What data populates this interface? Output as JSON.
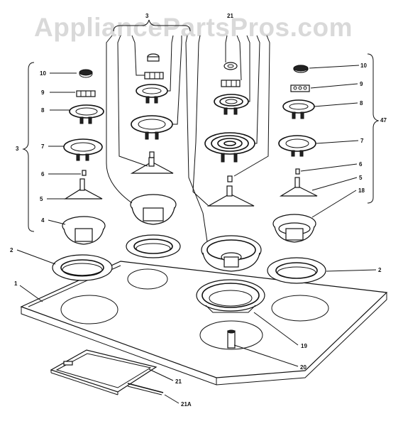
{
  "watermark": "AppliancePartsPros.com",
  "labels": {
    "l3top": "3",
    "l3left": "3",
    "l21top": "21",
    "l47": "47",
    "l10a": "10",
    "l9a": "9",
    "l8a": "8",
    "l7a": "7",
    "l6a": "6",
    "l5a": "5",
    "l4a": "4",
    "l10b": "10",
    "l9b": "9",
    "l8b": "8",
    "l7b": "7",
    "l6b": "6",
    "l5b": "5",
    "l18": "18",
    "l2a": "2",
    "l2b": "2",
    "l1": "1",
    "l19": "19",
    "l20": "20",
    "l21": "21",
    "l21a": "21A"
  }
}
